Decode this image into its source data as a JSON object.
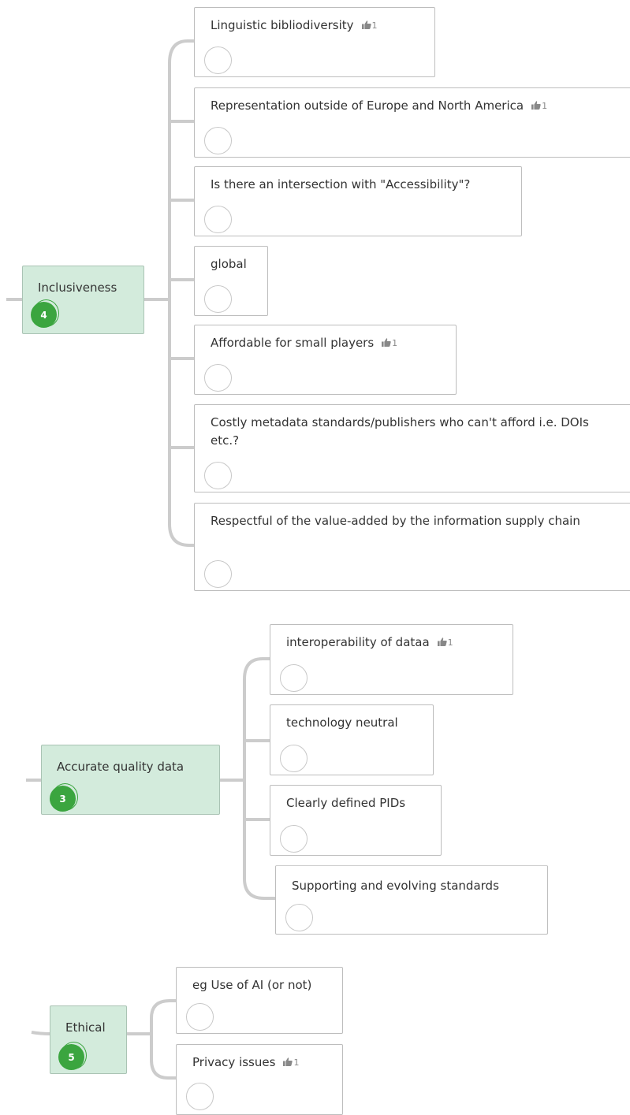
{
  "colors": {
    "group_fill": "#d3ebdc",
    "badge_green": "#3ba53f",
    "connector": "#cccccc",
    "card_border": "#bdbdbd"
  },
  "icons": {
    "like": "thumbs-up-icon",
    "vote": "empty-vote-circle"
  },
  "groups": [
    {
      "title": "Inclusiveness",
      "count": "4",
      "items": [
        {
          "text": "Linguistic bibliodiversity",
          "likes": "1"
        },
        {
          "text": "Representation outside of Europe and North America",
          "likes": "1"
        },
        {
          "text": "Is there an intersection with \"Accessibility\"?",
          "likes": null
        },
        {
          "text": "global",
          "likes": null
        },
        {
          "text": "Affordable for small players",
          "likes": "1"
        },
        {
          "text": "Costly metadata standards/publishers who can't afford i.e. DOIs etc.?",
          "likes": null
        },
        {
          "text": "Respectful of the value-added by the information supply chain",
          "likes": null
        }
      ]
    },
    {
      "title": "Accurate quality data",
      "count": "3",
      "items": [
        {
          "text": "interoperability of dataa",
          "likes": "1"
        },
        {
          "text": "technology neutral",
          "likes": null
        },
        {
          "text": "Clearly defined PIDs",
          "likes": null
        },
        {
          "text": "Supporting and evolving standards",
          "likes": null
        }
      ]
    },
    {
      "title": "Ethical",
      "count": "5",
      "items": [
        {
          "text": "eg Use of AI (or not)",
          "likes": null
        },
        {
          "text": "Privacy issues",
          "likes": "1"
        }
      ]
    }
  ]
}
